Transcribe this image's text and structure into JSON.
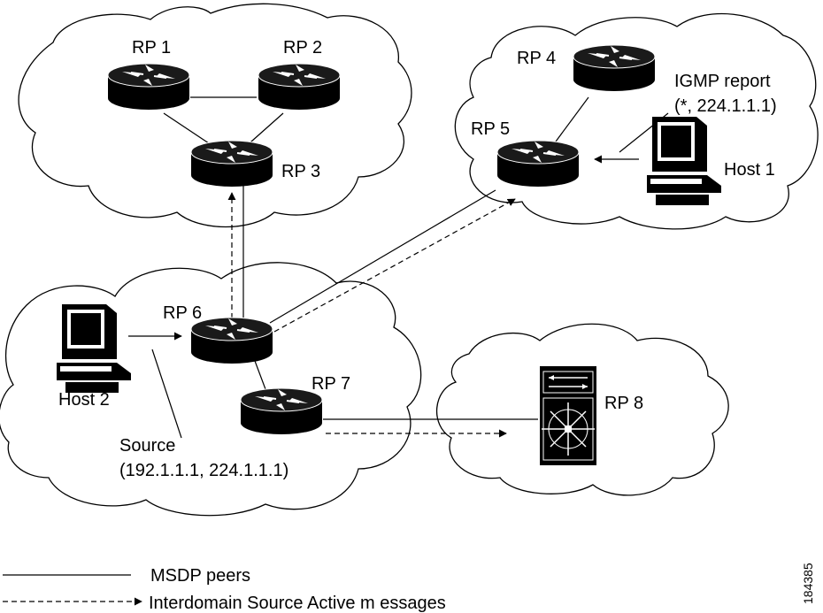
{
  "routers": {
    "rp1": "RP 1",
    "rp2": "RP 2",
    "rp3": "RP 3",
    "rp4": "RP 4",
    "rp5": "RP 5",
    "rp6": "RP 6",
    "rp7": "RP 7",
    "rp8": "RP 8"
  },
  "hosts": {
    "host1": "Host 1",
    "host2": "Host 2"
  },
  "annotations": {
    "igmp_line1": "IGMP report",
    "igmp_line2": "(*, 224.1.1.1)",
    "source_line1": "Source",
    "source_line2": "(192.1.1.1, 224.1.1.1)"
  },
  "legend": {
    "msdp_peers": "MSDP peers",
    "sa_messages": "Interdomain Source Active m essages"
  },
  "figure_id": "184385"
}
